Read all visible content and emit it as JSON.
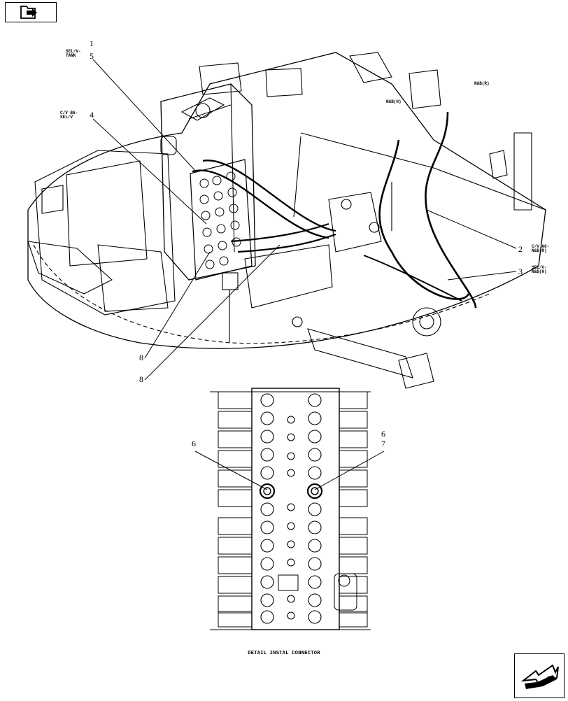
{
  "callouts": {
    "c1": "1",
    "c5": "5",
    "c4": "4",
    "c2": "2",
    "c3": "3",
    "c8a": "8",
    "c8b": "8",
    "c6a": "6",
    "c6b": "6",
    "c7": "7"
  },
  "tags": {
    "sel_tank": "SEL/V-\nTANK",
    "cv_sel": "C/V B6-\nSEL/V",
    "nb_h": "N&B(H)",
    "nb_r": "N&B(R)",
    "cv_a6": "C/V A6-\nN&B(R)",
    "sel_nb_h": "SEL/V-\nN&B(H)"
  },
  "caption": "DETAIL INSTAL CONNECTOR",
  "icons": {
    "top_nav": "folder-arrow-icon",
    "bottom_nav": "next-page-arrow-icon"
  }
}
